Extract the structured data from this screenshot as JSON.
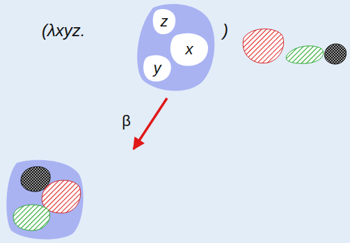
{
  "diagram": {
    "nodes": [
      {
        "text": []
      },
      {
        "text": [
          "z"
        ],
        "in": 0
      },
      {
        "text": [
          "x"
        ],
        "in": 0
      },
      {
        "text": [
          "y"
        ],
        "in": 0
      },
      {
        "text": []
      }
    ],
    "edges": [
      {
        "from": 0,
        "to": 4,
        "arrow": "to",
        "label": "β"
      }
    ],
    "labels": [
      "(λxyz.",
      ")"
    ]
  }
}
